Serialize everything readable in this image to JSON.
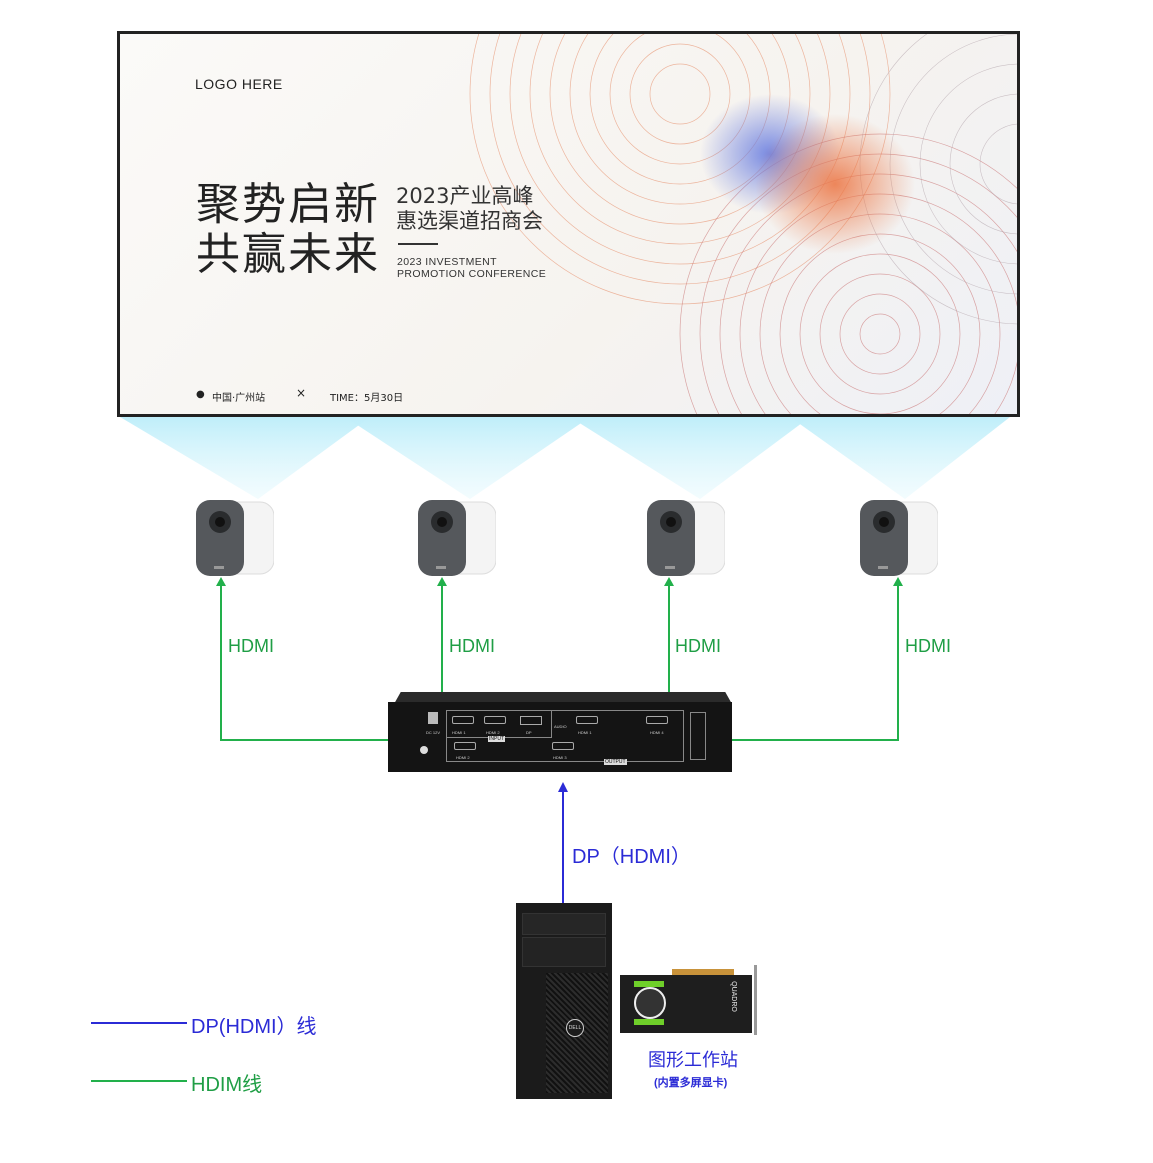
{
  "screen": {
    "logo": "LOGO HERE",
    "headline_line1": "聚势启新",
    "headline_line2": "共赢未来",
    "subtitle_line1": "2023产业高峰",
    "subtitle_line2": "惠选渠道招商会",
    "english_line1": "2023  INVESTMENT",
    "english_line2": "PROMOTION CONFERENCE",
    "location": "中国·广州站",
    "separator": "×",
    "time": "TIME：5月30日"
  },
  "projectors": [
    {
      "label": "HDMI"
    },
    {
      "label": "HDMI"
    },
    {
      "label": "HDMI"
    },
    {
      "label": "HDMI"
    }
  ],
  "splitter": {
    "power": "DC 12V",
    "input_group": "INPUT",
    "inputs": [
      "HDMI 1",
      "HDMI 2",
      "DP"
    ],
    "audio": "AUDIO",
    "output_group": "OUTPUT",
    "outputs": [
      "HDMI 1",
      "HDMI 2",
      "HDMI 3",
      "HDMI 4"
    ]
  },
  "uplink_label": "DP（HDMI）",
  "workstation": {
    "brand": "DELL",
    "gpu_brand": "QUADRO",
    "title": "图形工作站",
    "subtitle": "(内置多屏显卡)"
  },
  "legend": [
    {
      "label": "DP(HDMI）线",
      "color": "#2b2bd6"
    },
    {
      "label": "HDIM线",
      "color": "#22b04b"
    }
  ]
}
